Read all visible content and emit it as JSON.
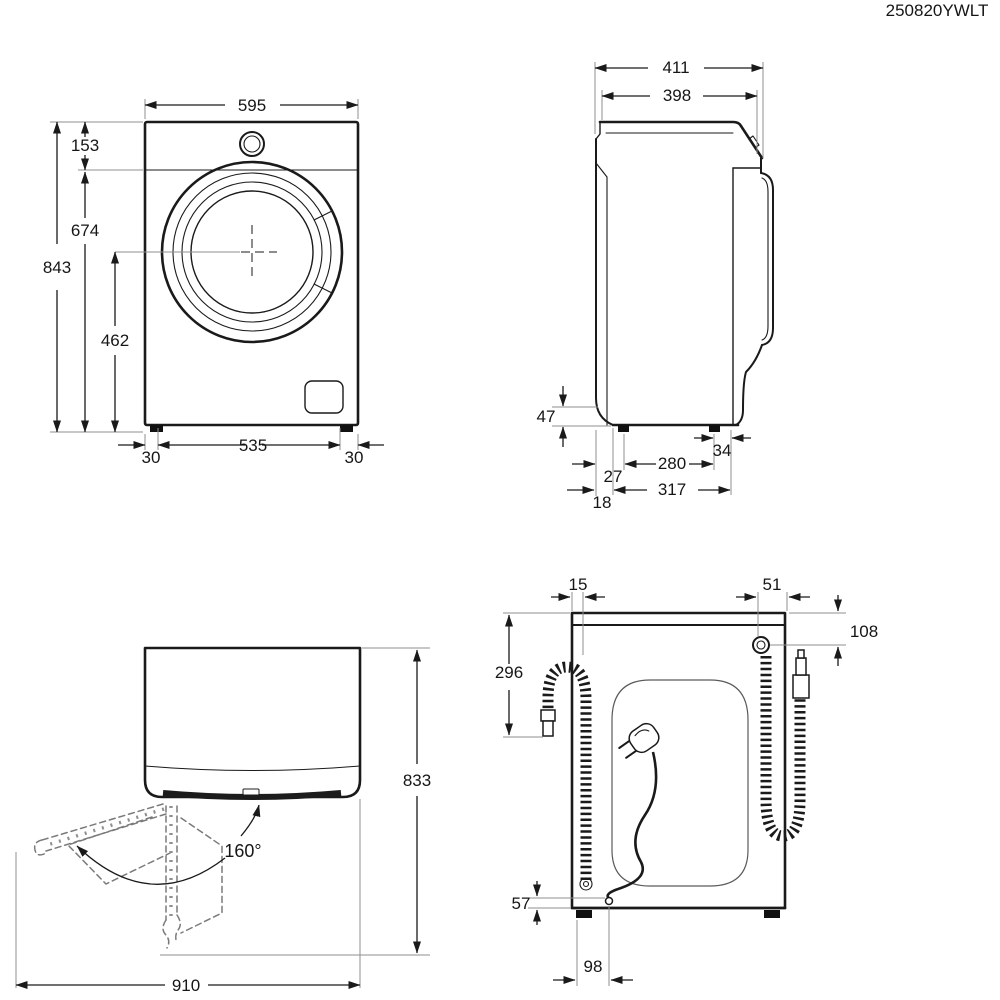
{
  "title": "250820YWLT",
  "views": {
    "front": {
      "label": "front-view",
      "dims": {
        "width": "595",
        "panel_height": "153",
        "panel_to_floor": "674",
        "height": "843",
        "door_center_height": "462",
        "foot_inset_left": "30",
        "feet_spacing": "535",
        "foot_inset_right": "30"
      }
    },
    "side": {
      "label": "side-view",
      "dims": {
        "depth_with_door": "411",
        "depth_body": "398",
        "rear_chamfer_height": "47",
        "front_foot_to_front": "34",
        "rear_to_front_foot": "27",
        "feet_spacing": "280",
        "base_depth": "317",
        "rear_offset": "18"
      }
    },
    "top": {
      "label": "top-view-door-swing",
      "dims": {
        "depth_door_open": "833",
        "width_door_open": "910",
        "door_opening_angle": "160°"
      }
    },
    "rear": {
      "label": "rear-view-hoses",
      "dims": {
        "drain_hose_from_left": "15",
        "inlet_from_right": "51",
        "inlet_below_top": "108",
        "drain_hook_below_top": "296",
        "outlet_above_floor": "57",
        "outlet_from_left": "98"
      }
    }
  }
}
